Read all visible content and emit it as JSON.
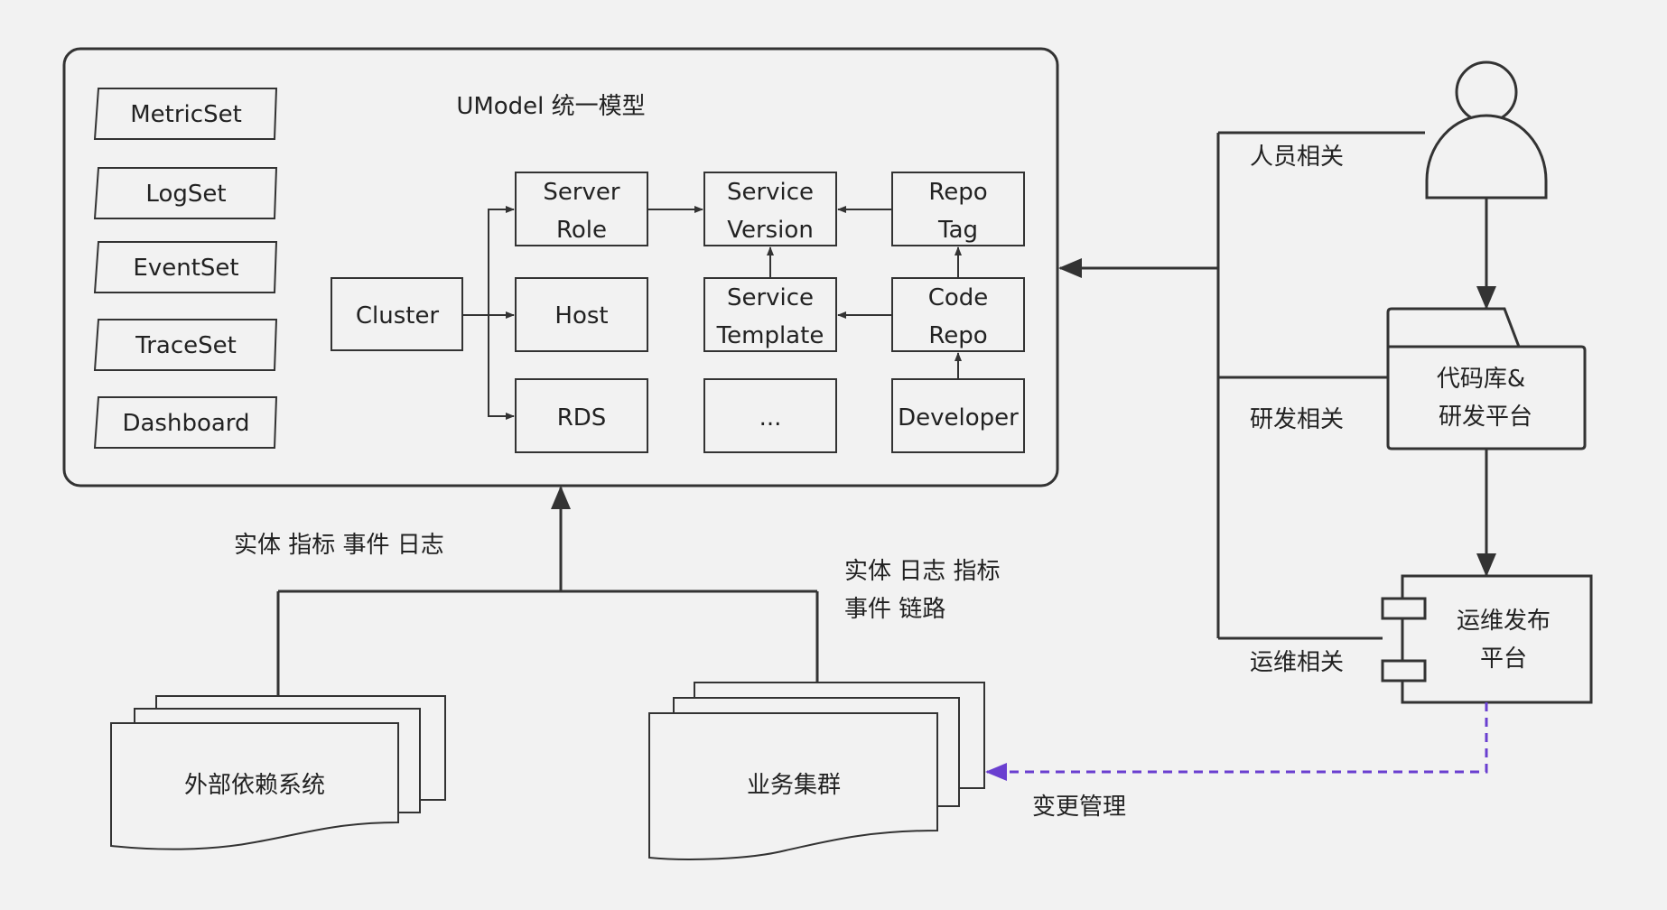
{
  "model": {
    "title": "UModel 统一模型",
    "sets": [
      "MetricSet",
      "LogSet",
      "EventSet",
      "TraceSet",
      "Dashboard"
    ],
    "nodes": {
      "cluster": "Cluster",
      "server_role": [
        "Server",
        "Role"
      ],
      "host": "Host",
      "rds": "RDS",
      "service_version": [
        "Service",
        "Version"
      ],
      "service_template": [
        "Service",
        "Template"
      ],
      "ellipsis": "...",
      "repo_tag": [
        "Repo",
        "Tag"
      ],
      "code_repo": [
        "Code",
        "Repo"
      ],
      "developer": "Developer"
    }
  },
  "right": {
    "people_label": "人员相关",
    "dev_label": "研发相关",
    "ops_label": "运维相关",
    "code_platform": [
      "代码库&",
      "研发平台"
    ],
    "ops_platform": [
      "运维发布",
      "平台"
    ]
  },
  "bottom": {
    "label_left": "实体  指标  事件  日志",
    "label_right": [
      "实体  日志  指标",
      "事件  链路"
    ],
    "external_deps": "外部依赖系统",
    "biz_cluster": "业务集群",
    "change_mgmt": "变更管理"
  },
  "colors": {
    "stroke": "#333333",
    "dashed": "#6a3fd0",
    "background": "#f2f2f2"
  }
}
